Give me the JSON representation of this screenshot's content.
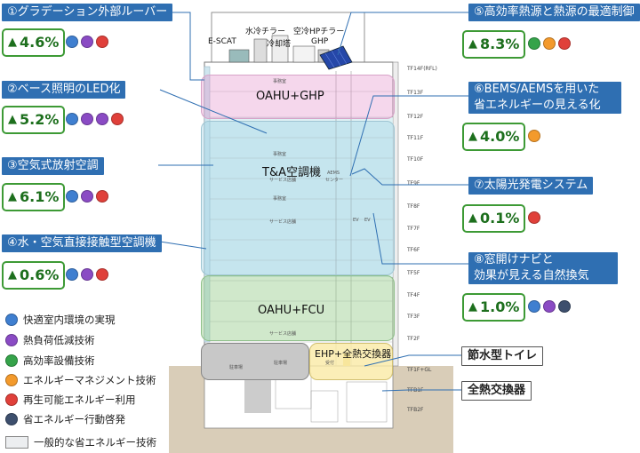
{
  "colors": {
    "comfort": "#3f7fd0",
    "heat_load": "#8a4bc4",
    "equipment": "#35a34a",
    "management": "#f39a2c",
    "renewable": "#e0403a",
    "behavior": "#3d4f6d",
    "label_bg": "#2f6fb2",
    "pct_border": "#3d9a35"
  },
  "legend": [
    {
      "key": "comfort",
      "label": "快適室内環境の実現"
    },
    {
      "key": "heat_load",
      "label": "熱負荷低減技術"
    },
    {
      "key": "equipment",
      "label": "高効率設備技術"
    },
    {
      "key": "management",
      "label": "エネルギーマネジメント技術"
    },
    {
      "key": "renewable",
      "label": "再生可能エネルギー利用"
    },
    {
      "key": "behavior",
      "label": "省エネルギー行動啓発"
    }
  ],
  "legend_general": "一般的な省エネルギー技術",
  "measures": {
    "m1": {
      "label": "①グラデーション外部ルーバー",
      "pct": "4.6%",
      "dots": [
        "comfort",
        "heat_load",
        "renewable"
      ]
    },
    "m2": {
      "label": "②ベース照明のLED化",
      "pct": "5.2%",
      "dots": [
        "comfort",
        "heat_load",
        "heat_load",
        "renewable"
      ]
    },
    "m3": {
      "label": "③空気式放射空調",
      "pct": "6.1%",
      "dots": [
        "comfort",
        "heat_load",
        "renewable"
      ]
    },
    "m4": {
      "label": "④水・空気直接接触型空調機",
      "pct": "0.6%",
      "dots": [
        "comfort",
        "heat_load",
        "renewable"
      ]
    },
    "m5": {
      "label": "⑤高効率熱源と熱源の最適制御",
      "pct": "8.3%",
      "dots": [
        "equipment",
        "management",
        "renewable"
      ]
    },
    "m6": {
      "label_line1": "⑥BEMS/AEMSを用いた",
      "label_line2": "省エネルギーの見える化",
      "pct": "4.0%",
      "dots": [
        "management"
      ]
    },
    "m7": {
      "label": "⑦太陽光発電システム",
      "pct": "0.1%",
      "dots": [
        "renewable"
      ]
    },
    "m8": {
      "label_line1": "⑧窓開けナビと",
      "label_line2": "効果が見える自然換気",
      "pct": "1.0%",
      "dots": [
        "comfort",
        "heat_load",
        "behavior"
      ]
    }
  },
  "triangle": "▲",
  "extra_labels": {
    "toilet": "節水型トイレ",
    "heat_exchanger": "全熱交換器"
  },
  "roof": {
    "escat": "E-SCAT",
    "chiller": "水冷チラー",
    "tower": "冷却塔",
    "hp_chiller": "空冷HPチラー",
    "ghp": "GHP"
  },
  "zones": {
    "top": "OAHU+GHP",
    "mid": "T&A空調機",
    "low": "OAHU+FCU",
    "base": "EHP+全熱交換器"
  },
  "inner": {
    "office": "事務室",
    "service": "サービス店舗",
    "aems_line1": "AEMS",
    "aems_line2": "センター",
    "ev": "EV",
    "lobby": "受付",
    "parking": "駐車場",
    "parking2": "駐車場"
  },
  "floors": [
    "TF14F(RFL)",
    "TF13F",
    "TF12F",
    "TF11F",
    "TF10F",
    "TF9F",
    "TF8F",
    "TF7F",
    "TF6F",
    "TF5F",
    "TF4F",
    "TF3F",
    "TF2F",
    "TF1F+GL",
    "TFB1F",
    "TFB2F"
  ]
}
